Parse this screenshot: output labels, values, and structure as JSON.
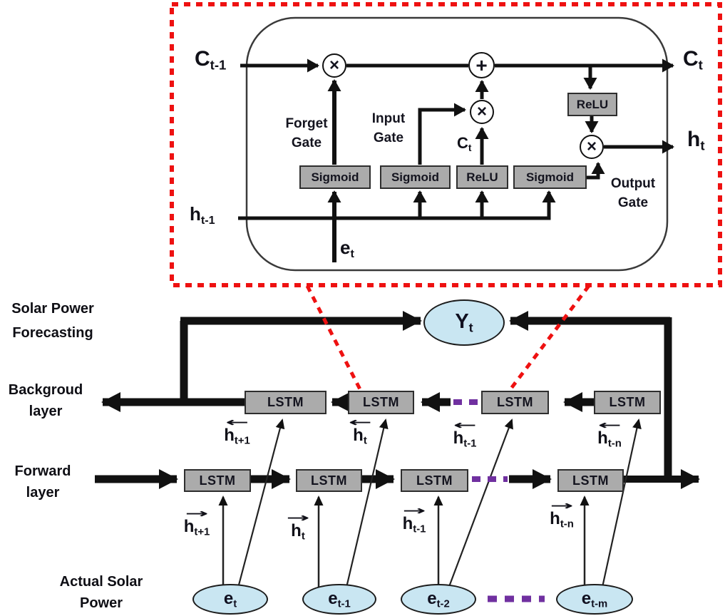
{
  "colors": {
    "accent_red": "#ee1111",
    "accent_purple": "#7030a0",
    "node_blue": "#c9e6f2",
    "box_gray": "#ababab",
    "line_black": "#111111"
  },
  "cell": {
    "inputs": {
      "c_prev": {
        "base": "C",
        "sub": "t-1"
      },
      "h_prev": {
        "base": "h",
        "sub": "t-1"
      },
      "e_in": {
        "base": "e",
        "sub": "t"
      }
    },
    "outputs": {
      "c_next": {
        "base": "C",
        "sub": "t"
      },
      "h_next": {
        "base": "h",
        "sub": "t"
      }
    },
    "internal_c": {
      "base": "C",
      "sub": "t"
    },
    "gates": {
      "forget": {
        "line1": "Forget",
        "line2": "Gate"
      },
      "input": {
        "line1": "Input",
        "line2": "Gate"
      },
      "output": {
        "line1": "Output",
        "line2": "Gate"
      }
    },
    "boxes": {
      "forget_sigmoid": "Sigmoid",
      "input_sigmoid": "Sigmoid",
      "candidate_relu": "ReLU",
      "output_sigmoid": "Sigmoid",
      "cell_relu": "ReLU"
    },
    "ops": {
      "forget_mul": "×",
      "cell_add": "+",
      "input_mul": "×",
      "output_mul": "×"
    }
  },
  "network": {
    "side_labels": {
      "forecasting": {
        "line1": "Solar Power",
        "line2": "Forecasting"
      },
      "backward": {
        "line1": "Backgroud",
        "line2": "layer"
      },
      "forward": {
        "line1": "Forward",
        "line2": "layer"
      },
      "inputs": {
        "line1": "Actual Solar",
        "line2": "Power"
      }
    },
    "output_node": {
      "base": "Y",
      "sub": "t"
    },
    "backward_layer": [
      {
        "box": "LSTM",
        "h": {
          "arrow": "←",
          "base": "h",
          "sub": "t+1"
        }
      },
      {
        "box": "LSTM",
        "h": {
          "arrow": "←",
          "base": "h",
          "sub": "t"
        }
      },
      {
        "box": "LSTM",
        "h": {
          "arrow": "←",
          "base": "h",
          "sub": "t-1"
        }
      },
      {
        "box": "LSTM",
        "h": {
          "arrow": "←",
          "base": "h",
          "sub": "t-n"
        }
      }
    ],
    "forward_layer": [
      {
        "box": "LSTM",
        "h": {
          "arrow": "→",
          "base": "h",
          "sub": "t+1"
        }
      },
      {
        "box": "LSTM",
        "h": {
          "arrow": "→",
          "base": "h",
          "sub": "t"
        }
      },
      {
        "box": "LSTM",
        "h": {
          "arrow": "→",
          "base": "h",
          "sub": "t-1"
        }
      },
      {
        "box": "LSTM",
        "h": {
          "arrow": "→",
          "base": "h",
          "sub": "t-n"
        }
      }
    ],
    "input_nodes": [
      {
        "base": "e",
        "sub": "t"
      },
      {
        "base": "e",
        "sub": "t-1"
      },
      {
        "base": "e",
        "sub": "t-2"
      },
      {
        "base": "e",
        "sub": "t-m"
      }
    ]
  }
}
